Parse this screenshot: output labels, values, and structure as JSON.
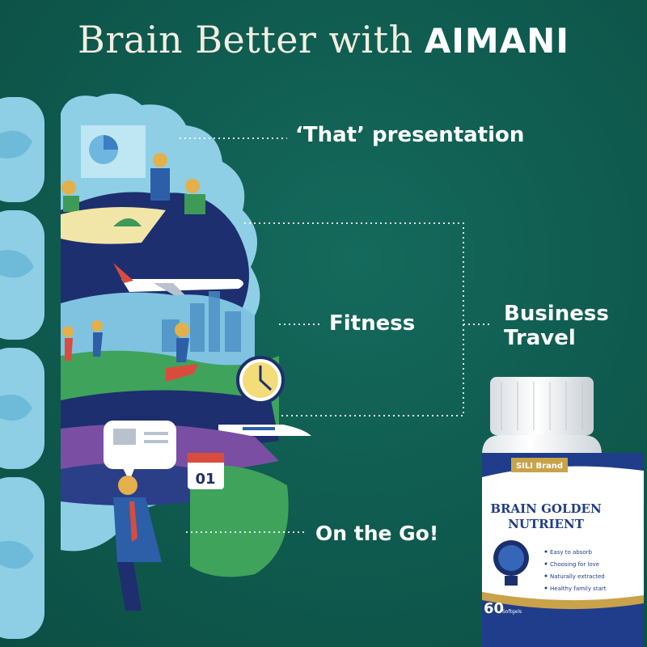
{
  "headline": {
    "part1": "Brain Better with",
    "brand": "AIMANI"
  },
  "labels": {
    "presentation": "‘That’ presentation",
    "fitness": "Fitness",
    "business_line1": "Business",
    "business_line2": "Travel",
    "on_the_go": "On the Go!"
  },
  "illustration_text": {
    "calendar_day": "01"
  },
  "product": {
    "brand_tag": "SILI Brand",
    "name_line1": "BRAIN GOLDEN",
    "name_line2": "NUTRIENT",
    "features": [
      "Easy to absorb",
      "Choosing for love",
      "Naturally extracted",
      "Healthy family start"
    ],
    "count": "60",
    "count_unit": "Softgels"
  },
  "colors": {
    "background": "#0f5a4e",
    "heading": "#f3efe0",
    "brain_light": "#8ecfe6",
    "brain_navy": "#1d2f6e",
    "label_blue": "#1f3d8a",
    "gold": "#c9a24a"
  }
}
